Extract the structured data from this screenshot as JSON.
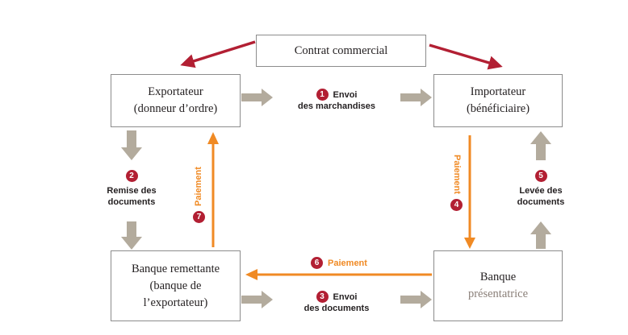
{
  "boxes": {
    "contrat": "Contrat commercial",
    "exportateur": {
      "line1": "Exportateur",
      "line2": "(donneur d’ordre)"
    },
    "importateur": {
      "line1": "Importateur",
      "line2": "(bénéficiaire)"
    },
    "banque_remettante": {
      "line1": "Banque remettante",
      "line2": "(banque de",
      "line3": "l’exportateur)"
    },
    "banque_presentatrice": {
      "line1": "Banque",
      "line2": "présentatrice"
    }
  },
  "steps": [
    {
      "num": "1",
      "line1": "Envoi",
      "line2": "des marchandises"
    },
    {
      "num": "2",
      "line1": "Remise des",
      "line2": "documents"
    },
    {
      "num": "3",
      "line1": "Envoi",
      "line2": "des documents"
    },
    {
      "num": "4",
      "label": "Paiement"
    },
    {
      "num": "5",
      "line1": "Levée des",
      "line2": "documents"
    },
    {
      "num": "6",
      "label": "Paiement"
    },
    {
      "num": "7",
      "label": "Paiement"
    }
  ],
  "colors": {
    "contract_arrow": "#b21f33",
    "block_arrow": "#b3ab9d",
    "payment_arrow": "#f08a24",
    "badge": "#b21f33",
    "box_border": "#8c8c8c"
  }
}
